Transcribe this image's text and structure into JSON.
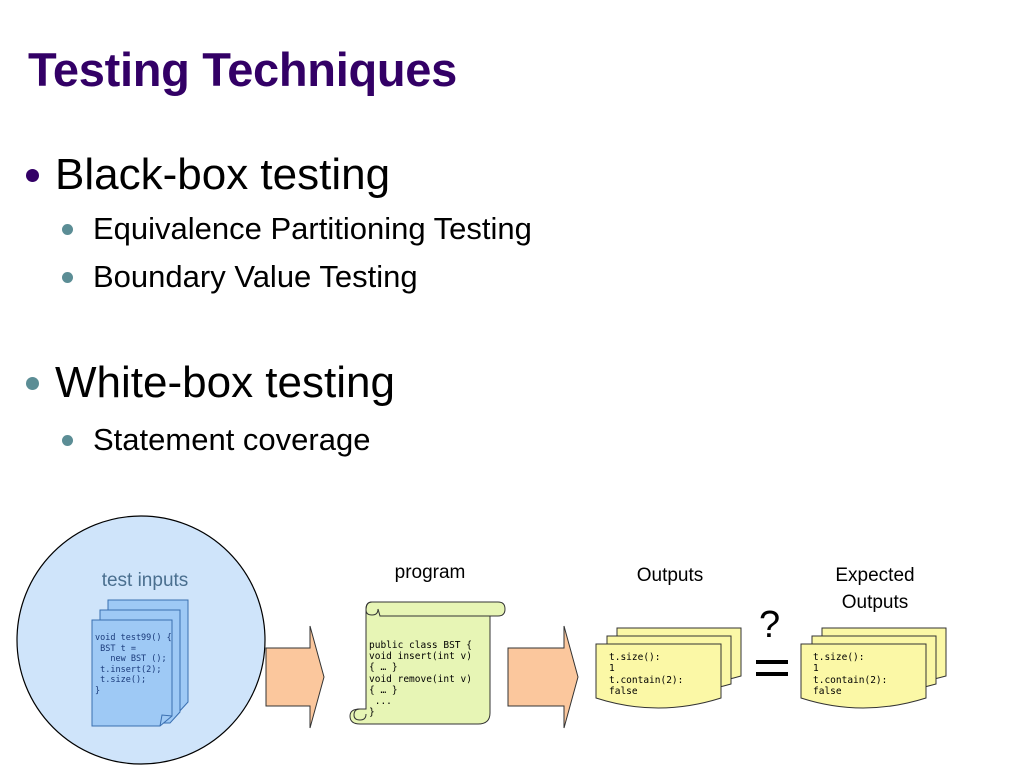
{
  "slide": {
    "title": "Testing Techniques",
    "bullets": {
      "black_box": "Black-box testing",
      "equivalence": "Equivalence Partitioning Testing",
      "boundary": "Boundary Value Testing",
      "white_box": "White-box testing",
      "statement": "Statement coverage"
    }
  },
  "diagram": {
    "test_inputs_label": "test inputs",
    "test_code": "void test99() {\n BST t =\n   new BST ();\n t.insert(2);\n t.size();\n}",
    "program_label": "program",
    "program_code": "public class BST {\nvoid insert(int v)\n{ … }\nvoid remove(int v)\n{ … }\n ...\n}",
    "outputs_label": "Outputs",
    "outputs_code": "t.size():\n1\nt.contain(2):\nfalse",
    "question_mark": "?",
    "expected_label": "Expected\nOutputs",
    "expected_code": "t.size():\n1\nt.contain(2):\nfalse"
  }
}
